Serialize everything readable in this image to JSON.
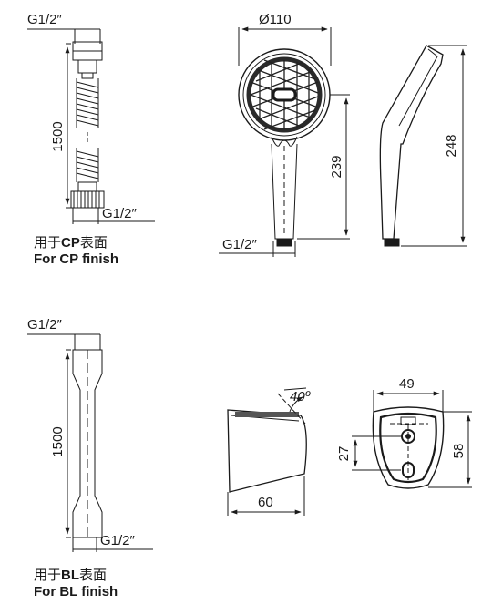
{
  "dimensions": {
    "thread_top_cp": "G1/2″",
    "length_cp": "1500",
    "thread_bottom_cp": "G1/2″",
    "head_diameter": "Ø110",
    "handle_length": "239",
    "side_length": "248",
    "thread_handle": "G1/2″",
    "thread_top_bl": "G1/2″",
    "length_bl": "1500",
    "thread_bottom_bl": "G1/2″",
    "bracket_angle": "40º",
    "bracket_depth": "60",
    "bracket_width": "49",
    "bracket_hole_spacing": "27",
    "bracket_height": "58"
  },
  "captions": {
    "cp": {
      "zh_prefix": "用于",
      "zh_code": "CP",
      "zh_suffix": "表面",
      "en": "For CP finish"
    },
    "bl": {
      "zh_prefix": "用于",
      "zh_code": "BL",
      "zh_suffix": "表面",
      "en": "For BL finish"
    }
  },
  "colors": {
    "line": "#1a1a1a",
    "background": "#ffffff"
  }
}
